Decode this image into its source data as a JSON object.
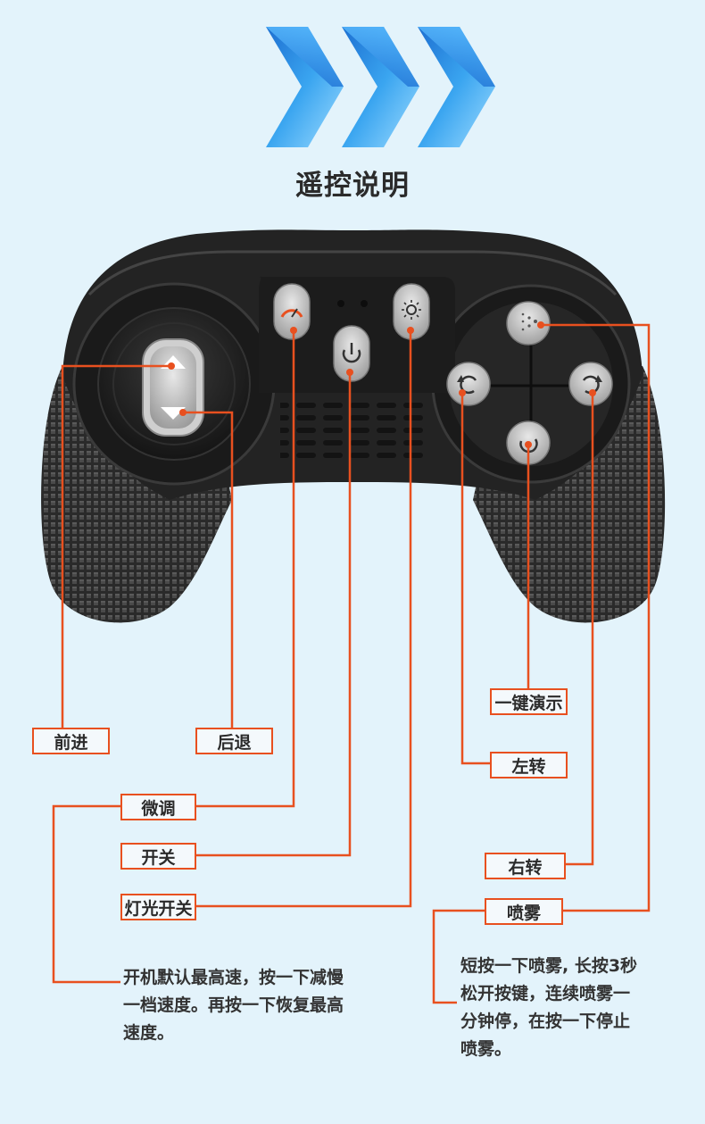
{
  "title": "遥控说明",
  "labels": {
    "forward": "前进",
    "backward": "后退",
    "fine_tune": "微调",
    "power": "开关",
    "light": "灯光开关",
    "one_key_demo": "一键演示",
    "turn_left": "左转",
    "turn_right": "右转",
    "spray": "喷雾"
  },
  "notes": {
    "speed": [
      "开机默认最高速，按一下减慢",
      "一档速度。再按一下恢复最高",
      "速度。"
    ],
    "spray": [
      "短按一下喷雾, 长按3秒",
      "松开按键，连续喷雾一",
      "分钟停，在按一下停止",
      "喷雾。"
    ]
  },
  "colors": {
    "accent": "#e8501f",
    "background": "#e3f3fb",
    "chevron": "#2f8fe0",
    "body": "#232323"
  },
  "icons": [
    "chevron-right-icon",
    "arrow-up-icon",
    "arrow-down-icon",
    "speedometer-icon",
    "power-icon",
    "sun-icon",
    "spray-icon",
    "rotate-left-icon",
    "rotate-right-icon",
    "rotate-demo-icon"
  ]
}
